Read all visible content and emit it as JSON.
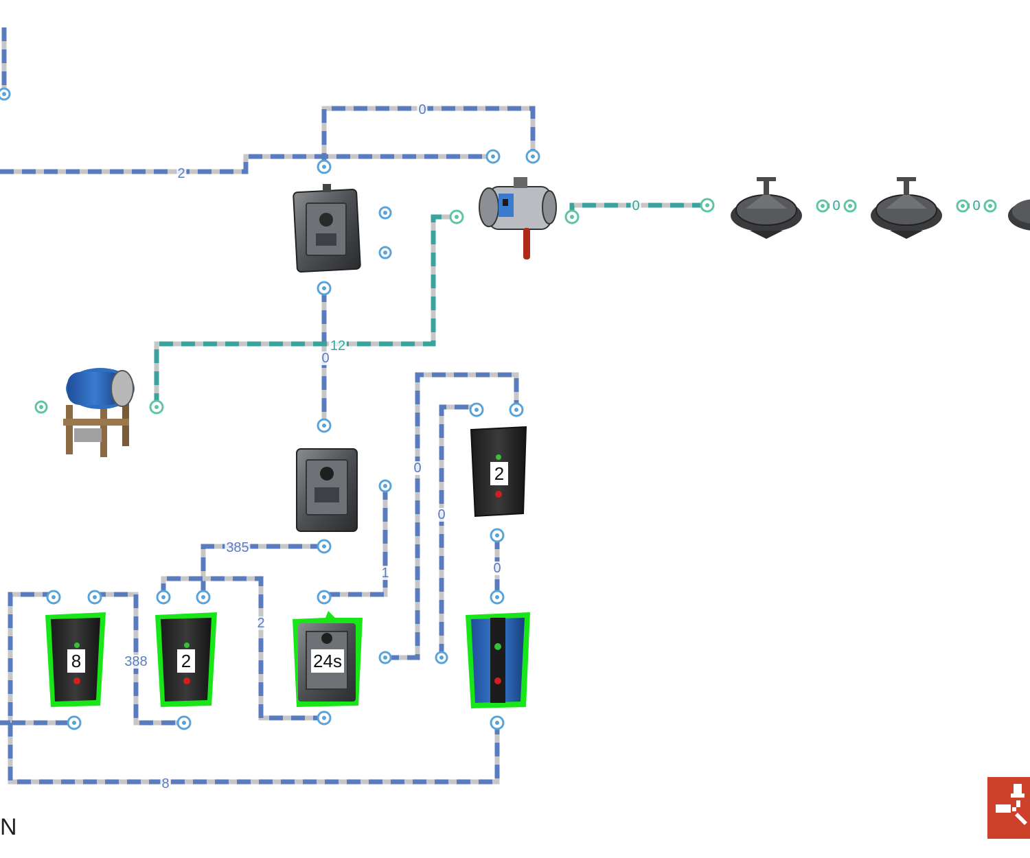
{
  "colors": {
    "wire_blue": "#5a7bbd",
    "wire_teal": "#3aa39c",
    "wire_gap": "#c7c7c7",
    "active_outline": "#19e619",
    "brand": "#cd412b"
  },
  "wire_labels": {
    "top_loop": "0",
    "left_feed": "2",
    "mid_vertical": "0",
    "teal_junction": "12",
    "igniter_chain": "0",
    "flasher_link_a": "0",
    "flasher_link_b": "0",
    "counter_feed": "385",
    "counter_link": "388",
    "timer_feed": "2",
    "timer_out": "1",
    "switch_to_right": "0",
    "loop_left": "0",
    "loop_right": "0",
    "bottom_return": "8"
  },
  "device_values": {
    "counter_right_top": "2",
    "counter_left": "8",
    "counter_mid": "2",
    "timer": "24s"
  },
  "icons": {
    "branch_a": "branch-icon",
    "branch_b": "branch-icon",
    "tank": "water-tank-icon",
    "igniter": "igniter-icon",
    "flasher": "flasher-light-icon",
    "counter": "counter-icon",
    "memory_cell": "memory-cell-icon",
    "brand": "rust-logo-icon"
  },
  "corner_text": "N"
}
